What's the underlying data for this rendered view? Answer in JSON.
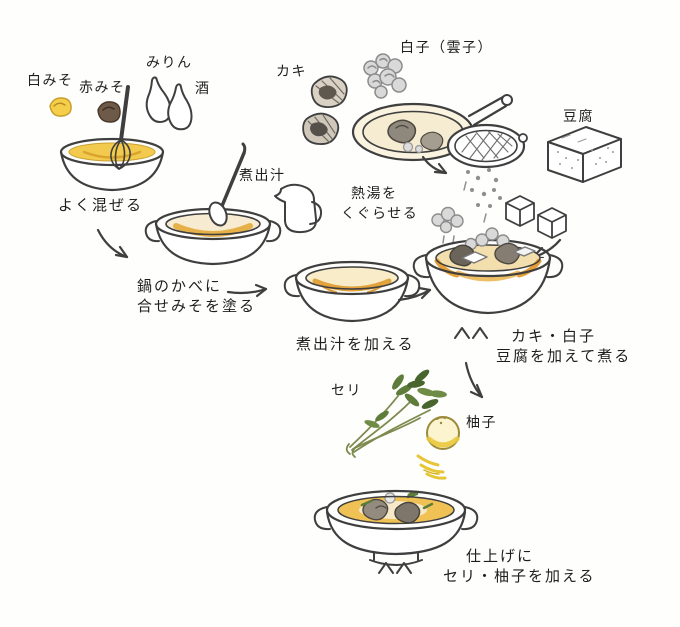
{
  "labels": {
    "shiro_miso": "白みそ",
    "aka_miso": "赤みそ",
    "mirin": "みりん",
    "sake": "酒",
    "step_mix": "よく混ぜる",
    "step_wall_1": "鍋のかべに",
    "step_wall_2": "合せみそを塗る",
    "dashi": "煮出汁",
    "kaki": "カキ",
    "shirako": "白子（雲子）",
    "tofu": "豆腐",
    "blanch_1": "熱湯を",
    "blanch_2": "くぐらせる",
    "step_add_dashi": "煮出汁を加える",
    "step_simmer_1": "カキ・白子",
    "step_simmer_2": "豆腐を加えて煮る",
    "seri": "セリ",
    "yuzu": "柚子",
    "step_finish_1": "仕上げに",
    "step_finish_2": "セリ・柚子を加える"
  },
  "colors": {
    "ink": "#3f3f3f",
    "miso_yellow": "#f2ca4e",
    "red_miso_brown": "#6e5a49",
    "broth_orange": "#e59f35",
    "shirako_gray": "#d9d9d9",
    "oyster_gray": "#8f887c",
    "seri_green": "#5f7d3a",
    "yuzu_yellow": "#e9c93c"
  }
}
